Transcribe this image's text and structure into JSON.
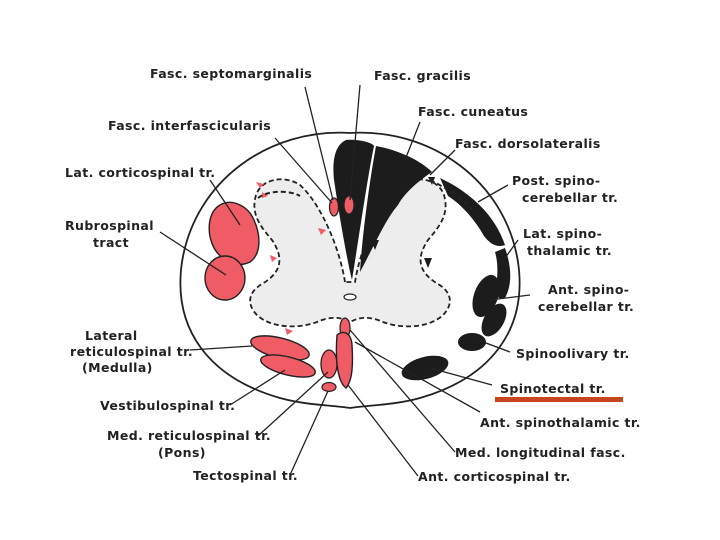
{
  "colors": {
    "descending": "#f05c66",
    "ascending": "#1c1c1c",
    "highlight": "#c8461e",
    "stroke": "#222222"
  },
  "labels": {
    "fasc_septomarginalis": "Fasc. septomarginalis",
    "fasc_gracilis": "Fasc. gracilis",
    "fasc_cuneatus": "Fasc. cuneatus",
    "fasc_interfascicularis": "Fasc. interfascicularis",
    "fasc_dorsolateralis": "Fasc. dorsolateralis",
    "lat_corticospinal": "Lat. corticospinal tr.",
    "post_spinocerebellar_1": "Post. spino-",
    "post_spinocerebellar_2": "cerebellar tr.",
    "rubrospinal_1": "Rubrospinal",
    "rubrospinal_2": "tract",
    "lat_spinothalamic_1": "Lat. spino-",
    "lat_spinothalamic_2": "thalamic tr.",
    "ant_spinocerebellar_1": "Ant. spino-",
    "ant_spinocerebellar_2": "cerebellar tr.",
    "lat_reticulospinal_1": "Lateral",
    "lat_reticulospinal_2": "reticulospinal tr.",
    "lat_reticulospinal_3": "(Medulla)",
    "spinoolivary": "Spinoolivary tr.",
    "spinotectal": "Spinotectal tr.",
    "vestibulospinal": "Vestibulospinal tr.",
    "ant_spinothalamic": "Ant. spinothalamic tr.",
    "med_reticulospinal_1": "Med. reticulospinal tr.",
    "med_reticulospinal_2": "(Pons)",
    "med_longitudinal": "Med. longitudinal fasc.",
    "tectospinal": "Tectospinal tr.",
    "ant_corticospinal": "Ant. corticospinal tr."
  }
}
